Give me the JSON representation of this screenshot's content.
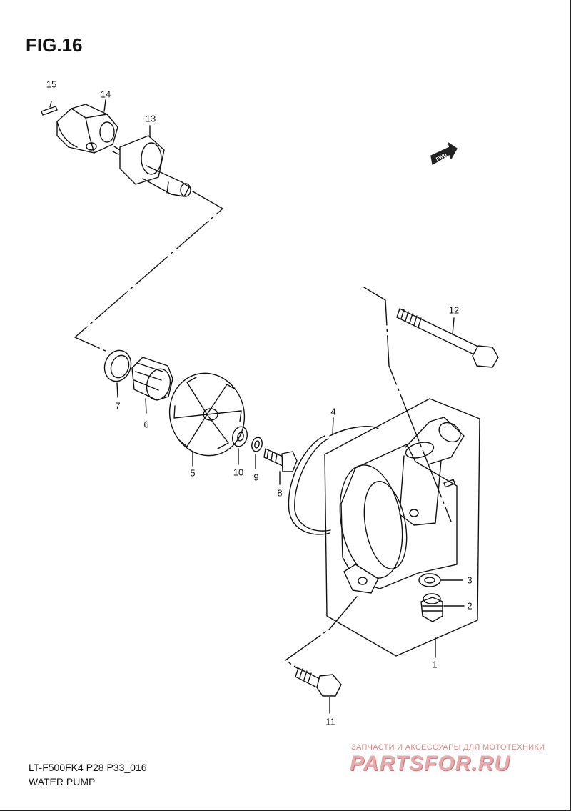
{
  "figure": {
    "title": "FIG.16",
    "model_code": "LT-F500FK4 P28 P33_016",
    "name": "WATER PUMP",
    "direction_label": "FWD"
  },
  "callouts": {
    "part_1": "1",
    "part_2": "2",
    "part_3": "3",
    "part_4": "4",
    "part_5": "5",
    "part_6": "6",
    "part_7": "7",
    "part_8": "8",
    "part_9": "9",
    "part_10": "10",
    "part_11": "11",
    "part_12": "12",
    "part_13": "13",
    "part_14": "14",
    "part_15": "15"
  },
  "watermark": {
    "tagline": "ЗАПЧАСТИ И АКСЕССУАРЫ ДЛЯ МОТОТЕХНИКИ",
    "brand": "PARTSFOR.RU"
  },
  "colors": {
    "line": "#111111",
    "watermark": "#e7a9a9"
  }
}
